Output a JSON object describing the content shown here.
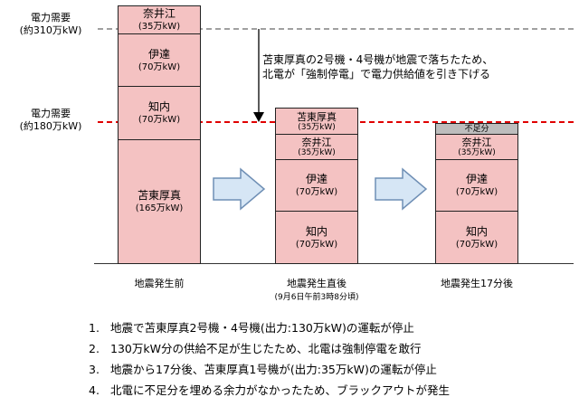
{
  "demand_high": {
    "line1": "電力需要",
    "line2": "(約310万kW)"
  },
  "demand_low": {
    "line1": "電力需要",
    "line2": "(約180万kW)"
  },
  "annotation": {
    "line1": "苫東厚真の2号機・4号機が地震で落ちたため、",
    "line2": "北電が「強制停電」で電力供給値を引き下げる"
  },
  "columns": [
    {
      "label": "地震発生前",
      "sublabel": "",
      "stack_top_to_bottom": [
        {
          "name": "奈井江",
          "capacity": "(35万kW)"
        },
        {
          "name": "伊達",
          "capacity": "(70万kW)"
        },
        {
          "name": "知内",
          "capacity": "(70万kW)"
        },
        {
          "name": "苫東厚真",
          "capacity": "(165万kW)"
        }
      ]
    },
    {
      "label": "地震発生直後",
      "sublabel": "(9月6日午前3時8分頃)",
      "stack_top_to_bottom": [
        {
          "name": "苫東厚真",
          "capacity": "(35万kW)"
        },
        {
          "name": "奈井江",
          "capacity": "(35万kW)"
        },
        {
          "name": "伊達",
          "capacity": "(70万kW)"
        },
        {
          "name": "知内",
          "capacity": "(70万kW)"
        }
      ]
    },
    {
      "label": "地震発生17分後",
      "sublabel": "",
      "stack_top_to_bottom": [
        {
          "name": "不足分",
          "capacity": ""
        },
        {
          "name": "奈井江",
          "capacity": "(35万kW)"
        },
        {
          "name": "伊達",
          "capacity": "(70万kW)"
        },
        {
          "name": "知内",
          "capacity": "(70万kW)"
        }
      ]
    }
  ],
  "notes": [
    {
      "num": "1.",
      "text": "地震で苫東厚真2号機・4号機(出力:130万kW)の運転が停止"
    },
    {
      "num": "2.",
      "text": "130万kW分の供給不足が生じたため、北電は強制停電を敢行"
    },
    {
      "num": "3.",
      "text": "地震から17分後、苫東厚真1号機が(出力:35万kW)の運転が停止"
    },
    {
      "num": "4.",
      "text": "北電に不足分を埋める余力がなかったため、ブラックアウトが発生"
    }
  ],
  "colors": {
    "bar": "#f4c2c2",
    "shortfall": "#bdbdbd",
    "demand_high_line": "#a0a0a0",
    "demand_low_line": "#e00000",
    "arrow_fill": "#d6e6f5",
    "arrow_stroke": "#6f8fb5"
  }
}
